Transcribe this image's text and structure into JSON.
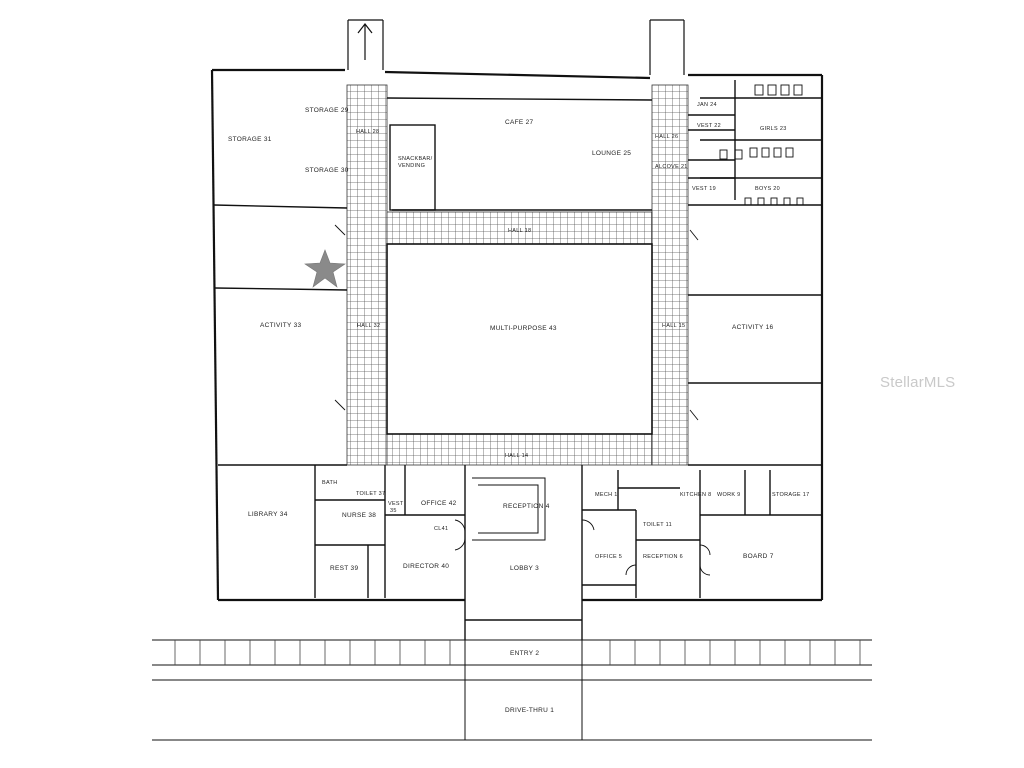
{
  "rooms": {
    "storage29": "STORAGE 29",
    "storage31": "STORAGE 31",
    "storage30": "STORAGE 30",
    "hall28": "HALL 28",
    "snack": "SNACKBAR/",
    "vending": "VENDING",
    "cafe27": "CAFE 27",
    "lounge25": "LOUNGE 25",
    "jan24": "JAN 24",
    "vest22": "VEST 22",
    "girls23": "GIRLS 23",
    "hall26": "HALL 26",
    "alcove21": "ALCOVE 21",
    "vest19": "VEST 19",
    "boys20": "BOYS 20",
    "hall18": "HALL 18",
    "activity33": "ACTIVITY 33",
    "hall32": "HALL 32",
    "multipurpose43": "MULTI-PURPOSE 43",
    "hall15": "HALL 15",
    "activity16": "ACTIVITY 16",
    "hall14": "HALL 14",
    "library34": "LIBRARY 34",
    "bath": "BATH",
    "toilet37": "TOILET 37",
    "vest35": "VEST",
    "vest35b": "35",
    "office42": "OFFICE 42",
    "reception4": "RECEPTION 4",
    "mech1": "MECH 1",
    "kitchen8": "KITCHEN 8",
    "work9": "WORK 9",
    "storage17": "STORAGE 17",
    "nurse38": "NURSE 38",
    "cl41": "CL41",
    "toilet11": "TOILET 11",
    "office5": "OFFICE 5",
    "reception6": "RECEPTION 6",
    "board7": "BOARD 7",
    "rest39": "REST 39",
    "director40": "DIRECTOR 40",
    "lobby3": "LOBBY 3",
    "entry2": "ENTRY 2",
    "drivethru1": "DRIVE-THRU 1"
  },
  "watermark": "StellarMLS",
  "icons": {
    "north_arrow": "north-arrow-icon",
    "location_marker": "star-marker-icon"
  },
  "colors": {
    "line": "#111111",
    "tile": "#555555",
    "marker": "#8a8a8a",
    "watermark": "#c9c9c9"
  }
}
